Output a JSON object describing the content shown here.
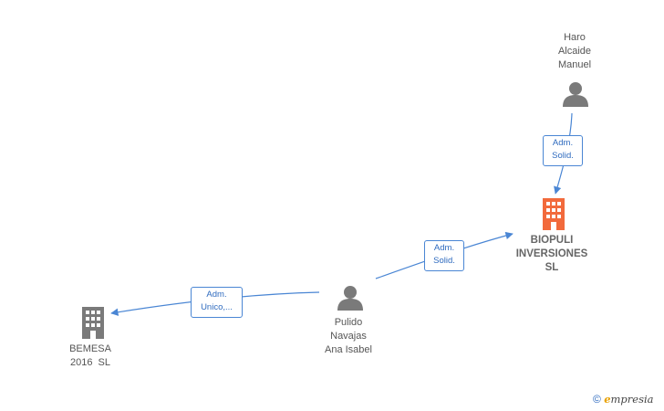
{
  "colors": {
    "edge": "#4a86d4",
    "person_icon": "#7a7a7a",
    "company_icon": "#7a7a7a",
    "main_company_icon": "#f26a3c"
  },
  "nodes": {
    "haro": {
      "name_lines": [
        "Haro",
        "Alcaide",
        "Manuel"
      ],
      "icon": "person-icon"
    },
    "biopuli": {
      "name_lines": [
        "BIOPULI",
        "INVERSIONES",
        "SL"
      ],
      "icon": "building-icon"
    },
    "pulido": {
      "name_lines": [
        "Pulido",
        "Navajas",
        "Ana Isabel"
      ],
      "icon": "person-icon"
    },
    "bemesa": {
      "name_lines": [
        "BEMESA",
        "2016  SL"
      ],
      "icon": "building-icon"
    }
  },
  "edges": {
    "haro_biopuli": {
      "label_lines": [
        "Adm.",
        "Solid."
      ]
    },
    "pulido_biopuli": {
      "label_lines": [
        "Adm.",
        "Solid."
      ]
    },
    "pulido_bemesa": {
      "label_lines": [
        "Adm.",
        "Unico,..."
      ]
    }
  },
  "footer": {
    "copyright": "©",
    "brand_first": "e",
    "brand_rest": "mpresia"
  }
}
